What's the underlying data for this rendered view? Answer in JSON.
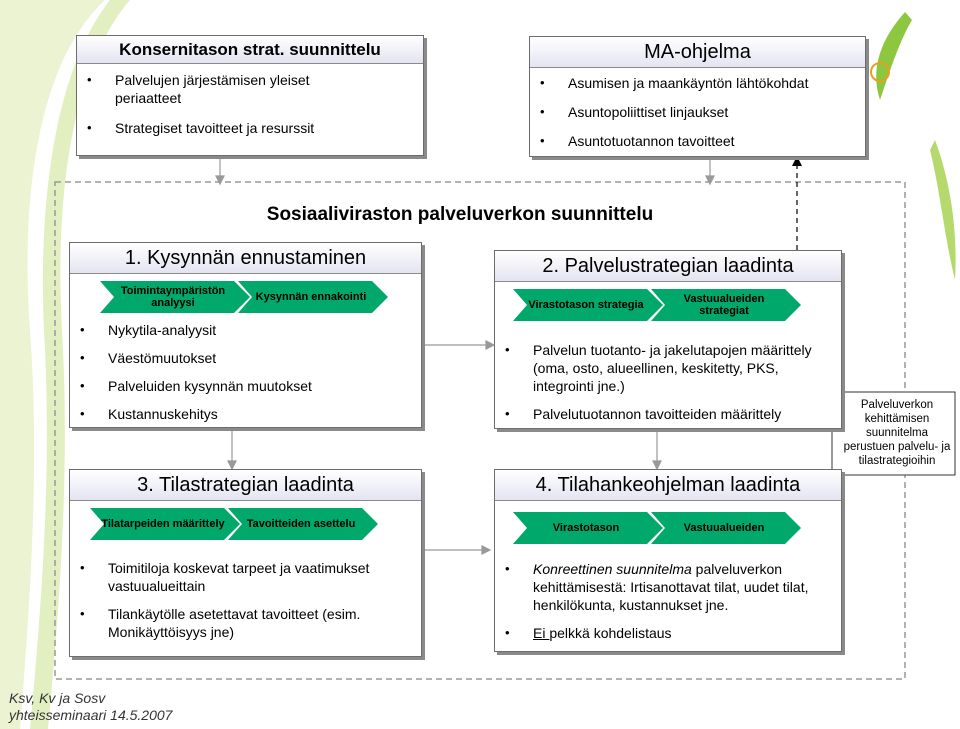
{
  "colors": {
    "chevron": "#00a86b",
    "title_bg": "#e4e4f2",
    "dashed": "#999999",
    "accent_green": "#8dc63f"
  },
  "konserni": {
    "title": "Konsernitason strat. suunnittelu",
    "items": [
      "Palvelujen järjestämisen yleiset periaatteet",
      "Strategiset tavoitteet ja resurssit"
    ]
  },
  "ma": {
    "title": "MA-ohjelma",
    "items": [
      "Asumisen ja maankäyntön lähtökohdat",
      "Asuntopoliittiset linjaukset",
      "Asuntotuotannon tavoitteet"
    ]
  },
  "main_title": "Sosiaaliviraston palveluverkon suunnittelu",
  "box1": {
    "title": "1. Kysynnän ennustaminen",
    "chevrons": [
      "Toimintaympäristön analyysi",
      "Kysynnän ennakointi"
    ],
    "items": [
      "Nykytila-analyysit",
      "Väestömuutokset",
      "Palveluiden kysynnän muutokset",
      "Kustannuskehitys"
    ]
  },
  "box2": {
    "title": "2. Palvelustrategian laadinta",
    "chevrons": [
      "Virastotason strategia",
      "Vastuualueiden strategiat"
    ],
    "items": [
      "Palvelun tuotanto- ja jakelutapojen määrittely (oma, osto, alueellinen, keskitetty, PKS, integrointi jne.)",
      "Palvelutuotannon tavoitteiden määrittely"
    ]
  },
  "box3": {
    "title": "3. Tilastrategian laadinta",
    "chevrons": [
      "Tilatarpeiden määrittely",
      "Tavoitteiden asettelu"
    ],
    "items": [
      "Toimitiloja koskevat tarpeet ja vaatimukset vastuualueittain",
      "Tilankäytölle asetettavat tavoitteet (esim. Monikäyttöisyys jne)"
    ]
  },
  "box4": {
    "title": "4. Tilahankeohjelman laadinta",
    "chevrons": [
      "Virastotason",
      "Vastuualueiden"
    ],
    "item1_em": "Konreettinen suunnitelma",
    "item1_rest": " palveluverkon kehittämisestä: Irtisanottavat tilat, uudet tilat, henkilökunta, kustannukset jne.",
    "item2_u": "Ei ",
    "item2_rest": "pelkkä kohdelistaus"
  },
  "callout": "Palveluverkon kehittämisen suunnitelma perustuen palvelu- ja tilastrategioihin",
  "footer": {
    "line1": "Ksv, Kv ja Sosv",
    "line2": "yhteisseminaari 14.5.2007"
  }
}
